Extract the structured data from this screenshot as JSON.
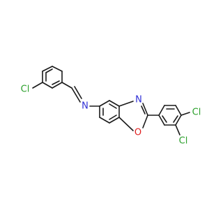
{
  "molecule": {
    "atoms": {
      "cl_left": "Cl",
      "n_imine": "N",
      "n_oxazole": "N",
      "o_oxazole": "O",
      "cl_top": "Cl",
      "cl_bottom": "Cl"
    },
    "colors": {
      "bond": "#1a1a1a",
      "chlorine": "#2ca02c",
      "nitrogen": "#2e2ed6",
      "oxygen": "#e01f1f"
    }
  }
}
